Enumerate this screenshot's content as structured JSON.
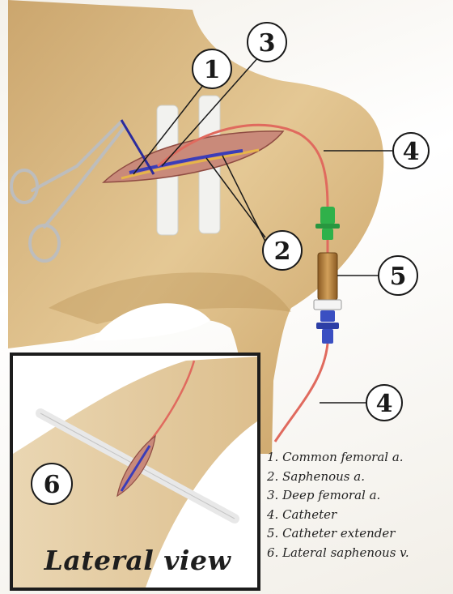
{
  "callouts": [
    {
      "number": "1"
    },
    {
      "number": "3"
    },
    {
      "number": "4"
    },
    {
      "number": "2"
    },
    {
      "number": "5"
    },
    {
      "number": "4"
    },
    {
      "number": "6"
    }
  ],
  "legend": [
    "1. Common femoral a.",
    "2. Saphenous a.",
    "3. Deep femoral a.",
    "4. Catheter",
    "5. Catheter extender",
    "6. Lateral saphenous v."
  ],
  "inset": {
    "title": "Lateral view"
  },
  "colors": {
    "skin": "#d9b77c",
    "skin_shadow": "#b8924f",
    "catheter": "#e06a5e",
    "vessel_blue": "#3b3db8",
    "connector_green": "#2fb14a",
    "extender": "#b07c36",
    "inset_border": "#1c1c1c"
  }
}
